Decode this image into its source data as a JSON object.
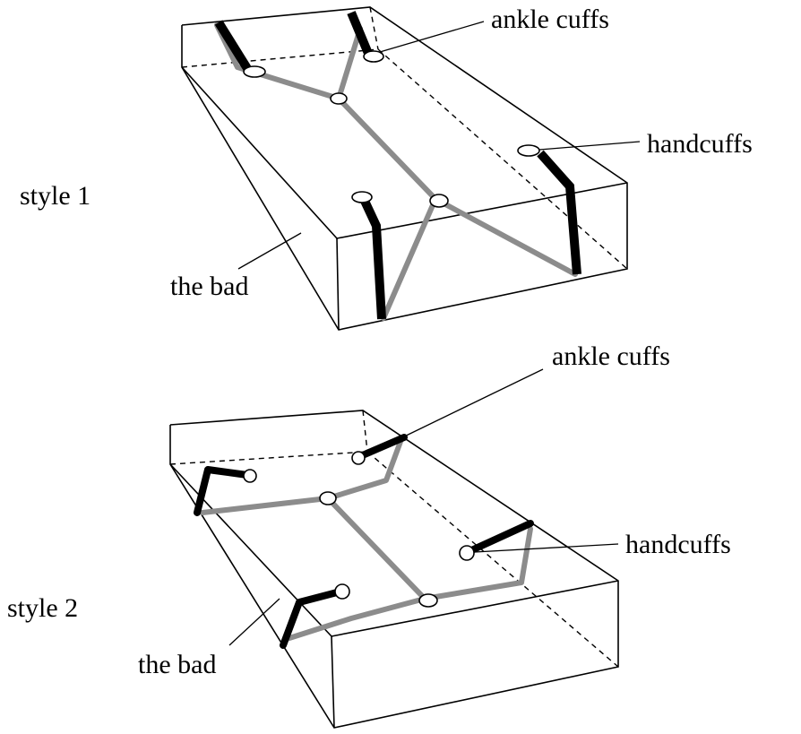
{
  "labels": {
    "style1": "style 1",
    "style2": "style 2",
    "ankle_cuffs_1": "ankle cuffs",
    "handcuffs_1": "handcuffs",
    "bed_1": "the bad",
    "ankle_cuffs_2": "ankle cuffs",
    "handcuffs_2": "handcuffs",
    "bed_2": "the bad"
  }
}
